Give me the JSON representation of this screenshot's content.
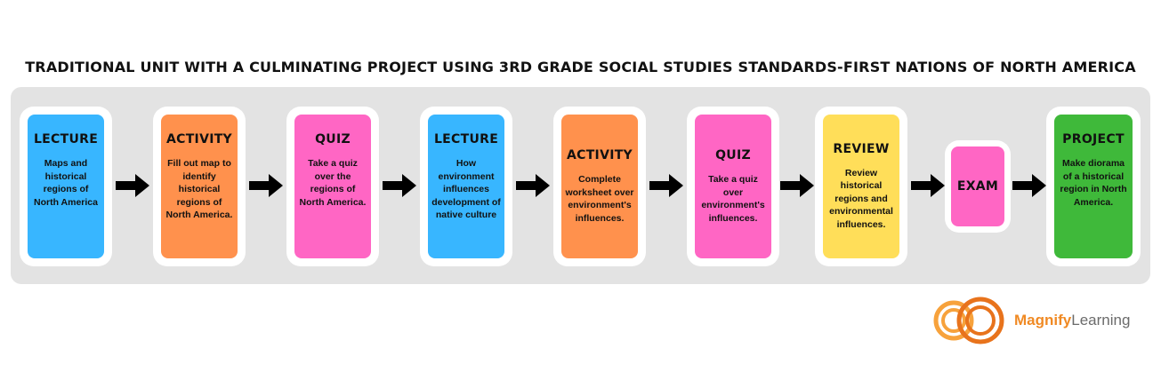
{
  "title": "TRADITIONAL UNIT WITH A CULMINATING PROJECT USING 3RD GRADE SOCIAL STUDIES STANDARDS-FIRST NATIONS OF NORTH AMERICA",
  "colors": {
    "panel_background": "#e3e3e3",
    "blue": "#38b6ff",
    "orange": "#ff914d",
    "pink": "#ff66c4",
    "yellow": "#ffde59",
    "green": "#3fb93a",
    "arrow": "#000000",
    "logo_orange": "#f08a24"
  },
  "steps": [
    {
      "heading": "LECTURE",
      "body": "Maps and historical regions of North America",
      "color": "blue"
    },
    {
      "heading": "ACTIVITY",
      "body": "Fill out map to identify historical regions of North America.",
      "color": "orange"
    },
    {
      "heading": "QUIZ",
      "body": "Take a quiz over the regions of North America.",
      "color": "pink"
    },
    {
      "heading": "LECTURE",
      "body": "How environment influences development of native culture",
      "color": "blue"
    },
    {
      "heading": "ACTIVITY",
      "body": "Complete worksheet over environment's influences.",
      "color": "orange"
    },
    {
      "heading": "QUIZ",
      "body": "Take a quiz over environment's influences.",
      "color": "pink"
    },
    {
      "heading": "REVIEW",
      "body": "Review historical regions and environmental influences.",
      "color": "yellow"
    },
    {
      "heading": "EXAM",
      "body": "",
      "color": "pink"
    },
    {
      "heading": "PROJECT",
      "body": "Make diorama of a historical region in North America.",
      "color": "green"
    }
  ],
  "arrows": [
    {
      "icon": "right-arrow-icon"
    },
    {
      "icon": "right-arrow-icon"
    },
    {
      "icon": "right-arrow-icon"
    },
    {
      "icon": "right-arrow-icon"
    },
    {
      "icon": "right-arrow-icon"
    },
    {
      "icon": "right-arrow-icon"
    },
    {
      "icon": "right-arrow-icon"
    },
    {
      "icon": "right-arrow-icon"
    }
  ],
  "logo": {
    "brand": "Magnify",
    "suffix": "Learning",
    "icon": "magnify-learning-logo-icon"
  }
}
